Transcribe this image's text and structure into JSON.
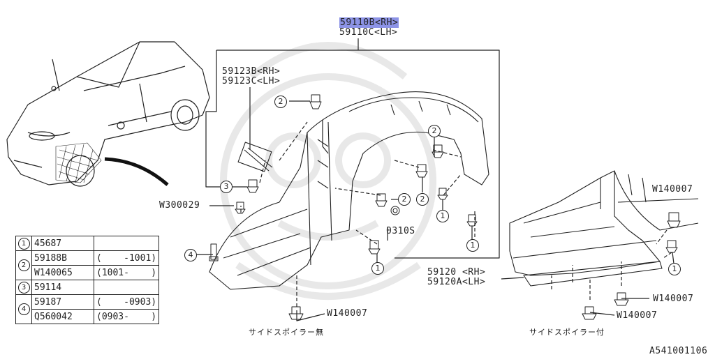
{
  "header": {
    "part_main_rh": "59110B<RH>",
    "part_main_lh": "59110C<LH>"
  },
  "callouts": {
    "deflector_rh": "59123B<RH>",
    "deflector_lh": "59123C<LH>",
    "w300029": "W300029",
    "p0310s": "0310S",
    "w140007_left": "W140007",
    "cover_rh": "59120 <RH>",
    "cover_lh": "59120A<LH>",
    "w140007_right_top": "W140007",
    "w140007_right_mid": "W140007",
    "w140007_right_bot": "W140007"
  },
  "captions": {
    "without_spoiler": "サイドスポイラー無",
    "with_spoiler": "サイドスポイラー付"
  },
  "figure_id": "A541001106",
  "legend": [
    {
      "idx": "1",
      "rows": [
        {
          "part": "45687",
          "range": ""
        }
      ]
    },
    {
      "idx": "2",
      "rows": [
        {
          "part": "59188B",
          "range": "(    -1001)"
        },
        {
          "part": "W140065",
          "range": "(1001-    )"
        }
      ]
    },
    {
      "idx": "3",
      "rows": [
        {
          "part": "59114",
          "range": ""
        }
      ]
    },
    {
      "idx": "4",
      "rows": [
        {
          "part": "59187",
          "range": "(    -0903)"
        },
        {
          "part": "Q560042",
          "range": "(0903-    )"
        }
      ]
    }
  ],
  "markers": {
    "m1": "1",
    "m2": "2",
    "m3": "3",
    "m4": "4"
  },
  "colors": {
    "line": "#222222",
    "highlight": "#8c93e6",
    "watermark": "#e6e6e6"
  }
}
